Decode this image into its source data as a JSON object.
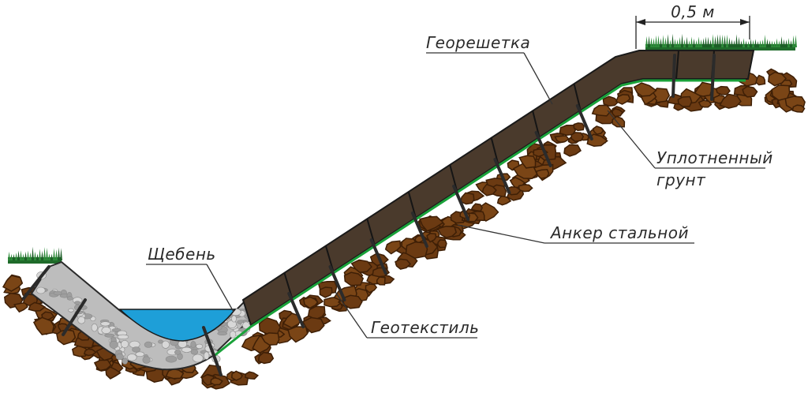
{
  "labels": {
    "georeshetka": "Георешетка",
    "dimension": "0,5 м",
    "uplotnenny_line1": "Уплотненный",
    "uplotnenny_line2": "грунт",
    "anker": "Анкер стальной",
    "geotekstil": "Геотекстиль",
    "scheben": "Щебень"
  },
  "colors": {
    "soil": "#6b3a12",
    "soil_dark": "#3e1f06",
    "geogrid_fill": "#4a3a2c",
    "geotextile": "#1aa23a",
    "water": "#1e9fd8",
    "gravel": "#b9b9b9",
    "grass": "#1f6b2a",
    "anchor": "#2b2b2b"
  }
}
